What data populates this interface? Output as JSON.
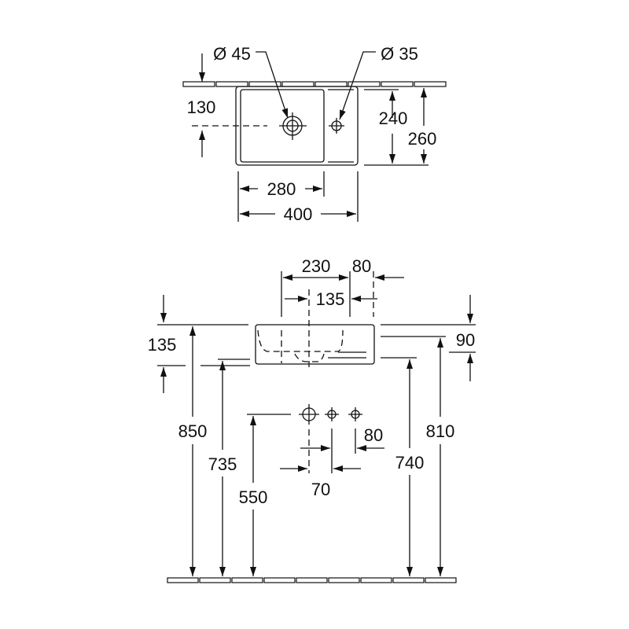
{
  "top_view": {
    "diameter_large": "Ø 45",
    "diameter_small": "Ø 35",
    "dim_130": "130",
    "dim_240": "240",
    "dim_260": "260",
    "dim_280": "280",
    "dim_400": "400"
  },
  "front_view": {
    "dim_230": "230",
    "dim_80_top": "80",
    "dim_135_horizontal": "135",
    "dim_135_vertical": "135",
    "dim_90": "90",
    "dim_850": "850",
    "dim_735": "735",
    "dim_550": "550",
    "dim_740": "740",
    "dim_810": "810",
    "dim_80_bottom": "80",
    "dim_70": "70"
  }
}
